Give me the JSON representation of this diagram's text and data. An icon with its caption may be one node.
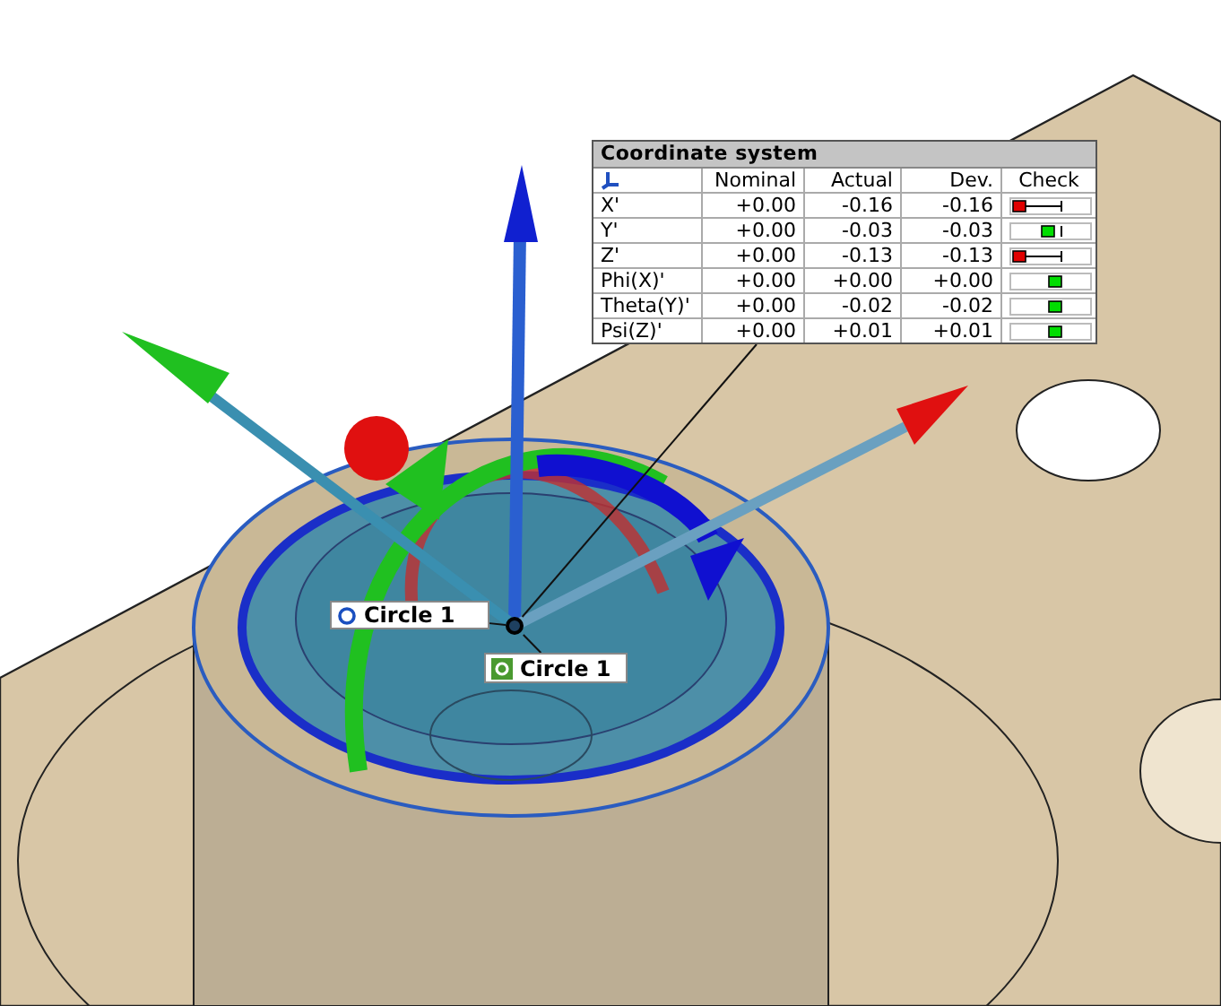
{
  "diagram": {
    "nodes": [
      {
        "text": [
          "Coordinate system"
        ]
      },
      {
        "text": [
          "Circle 1"
        ]
      },
      {
        "text": [
          "Circle 1"
        ]
      },
      {
        "text": [],
        "shape": "circle"
      }
    ],
    "edges": [
      {
        "from": 0,
        "to": 3,
        "arrow": "none"
      },
      {
        "from": 1,
        "to": 3,
        "arrow": "none"
      },
      {
        "from": 2,
        "to": 3,
        "arrow": "none"
      }
    ],
    "labels": [
      "Nominal",
      "Actual",
      "Dev.",
      "Check",
      "X'",
      "+0.00",
      "-0.16",
      "-0.16",
      "Y'",
      "+0.00",
      "-0.03",
      "-0.03",
      "Z'",
      "+0.00",
      "-0.13",
      "-0.13",
      "Phi(X)'",
      "+0.00",
      "+0.00",
      "+0.00",
      "Theta(Y)'",
      "+0.00",
      "-0.02",
      "-0.02",
      "Psi(Z)'",
      "+0.00",
      "+0.01",
      "+0.01"
    ]
  }
}
